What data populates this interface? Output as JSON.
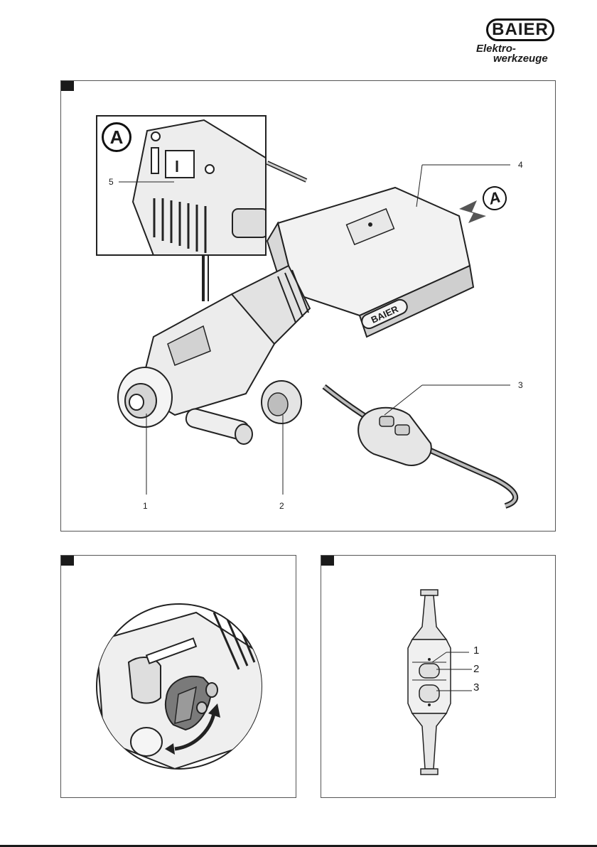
{
  "logo": {
    "brand": "BAIER",
    "line1": "Elektro-",
    "line2": "werkzeuge"
  },
  "figure1": {
    "inset_letter": "A",
    "view_arrow_letter": "A",
    "body_brand": "BAIER",
    "callouts": [
      "1",
      "2",
      "3",
      "4",
      "5"
    ]
  },
  "figure3": {
    "callouts": [
      "1",
      "2",
      "3"
    ]
  }
}
